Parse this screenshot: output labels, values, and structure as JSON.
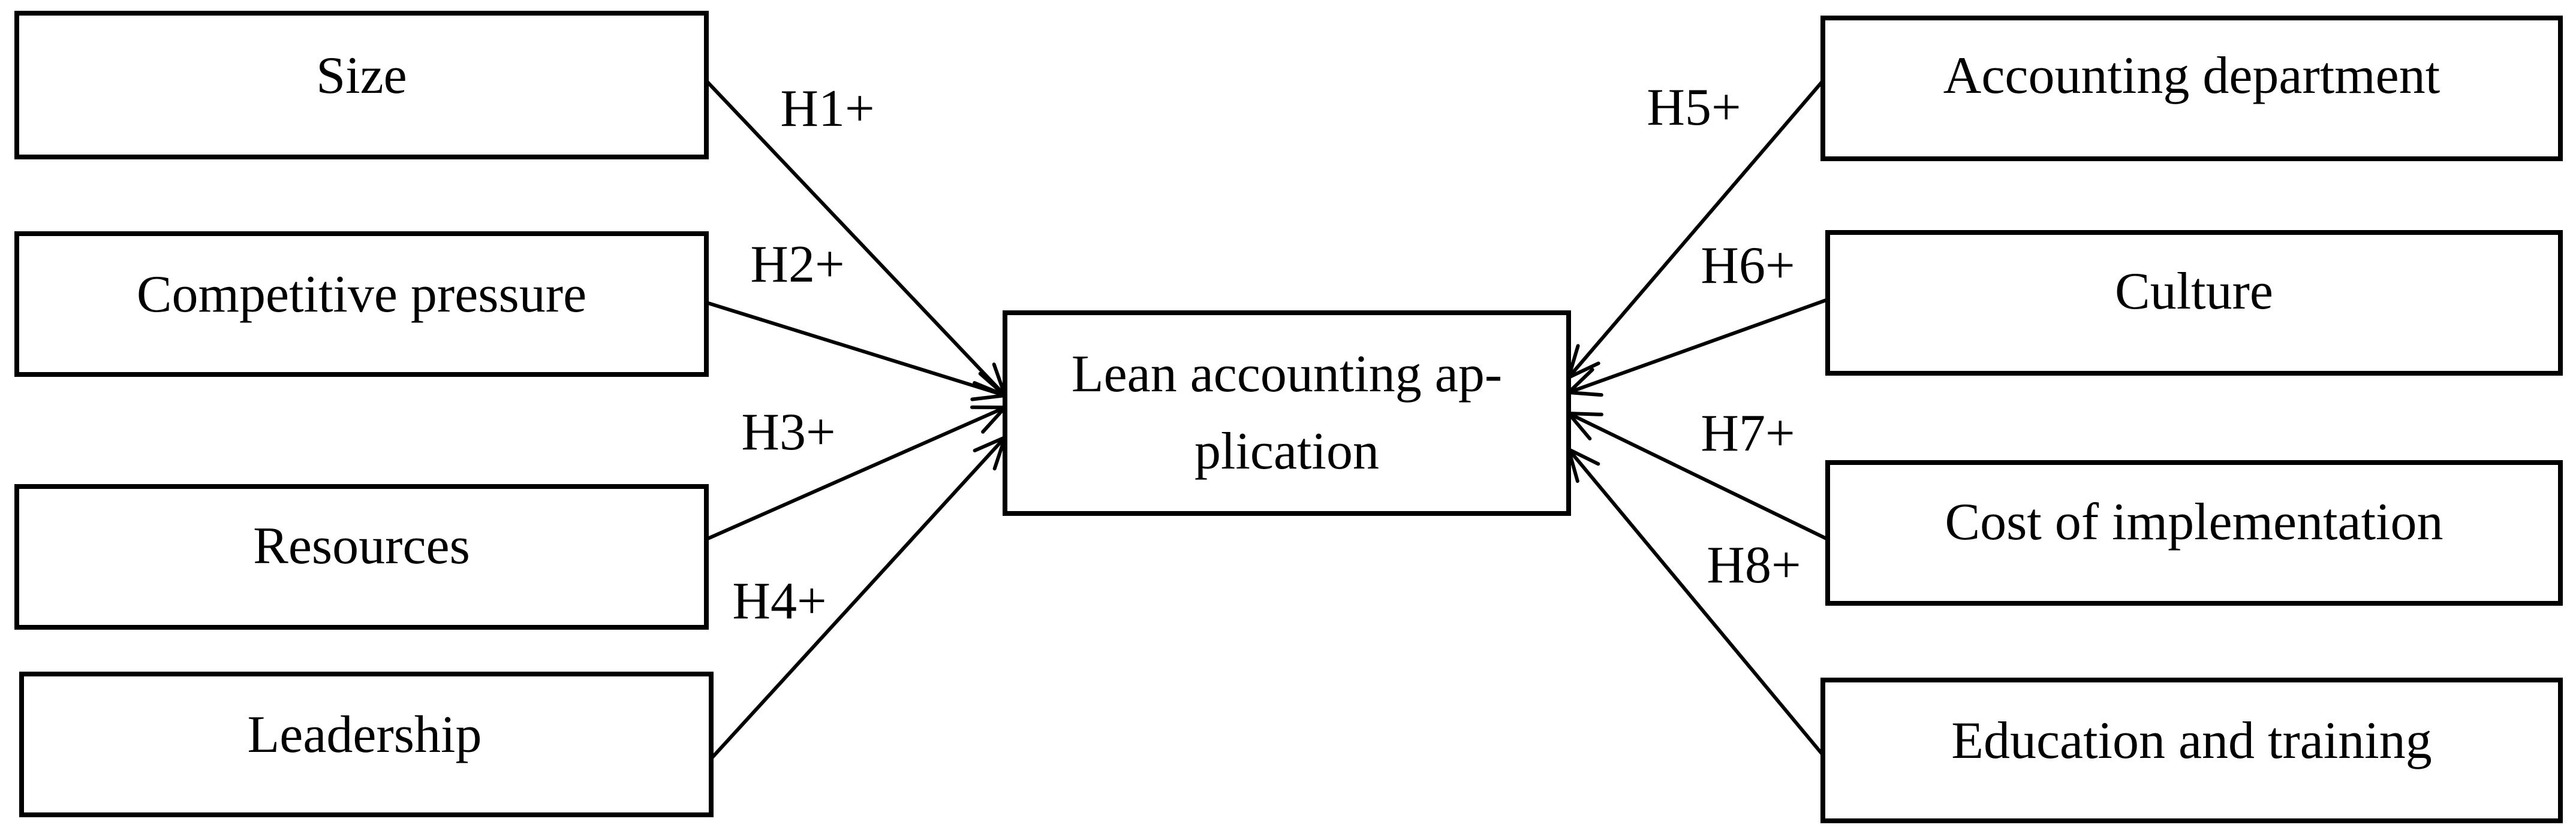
{
  "diagram": {
    "center": {
      "label_line1": "Lean accounting ap-",
      "label_line2": "plication"
    },
    "left_factors": [
      {
        "label": "Size",
        "hypothesis": "H1+"
      },
      {
        "label": "Competitive pressure",
        "hypothesis": "H2+"
      },
      {
        "label": "Resources",
        "hypothesis": "H3+"
      },
      {
        "label": "Leadership",
        "hypothesis": "H4+"
      }
    ],
    "right_factors": [
      {
        "label": "Accounting department",
        "hypothesis": "H5+"
      },
      {
        "label": "Culture",
        "hypothesis": "H6+"
      },
      {
        "label": "Cost of implementation",
        "hypothesis": "H7+"
      },
      {
        "label": "Education and training",
        "hypothesis": "H8+"
      }
    ]
  }
}
